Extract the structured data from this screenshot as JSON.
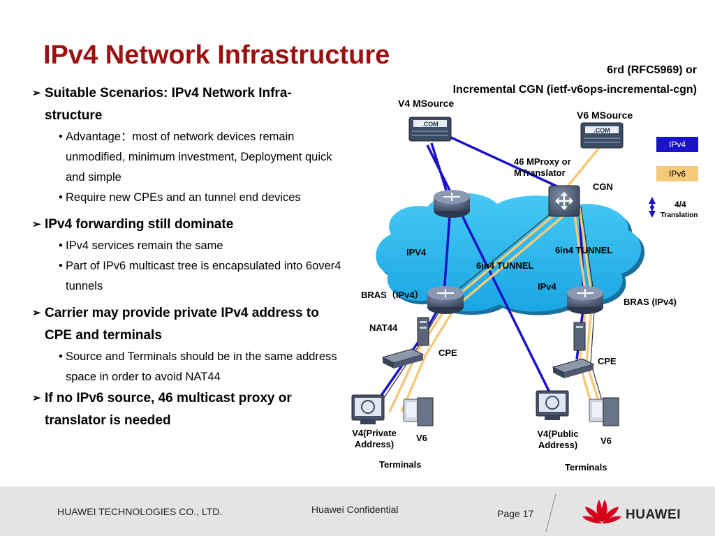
{
  "title": "IPv4 Network Infrastructure",
  "bullets": [
    {
      "text": "Suitable Scenarios: IPv4 Network Infra-structure",
      "subs": [
        "Advantage：most of network devices remain unmodified, minimum investment, Deployment quick and simple",
        "Require new CPEs and an tunnel end devices"
      ]
    },
    {
      "text": "IPv4 forwarding still dominate",
      "subs": [
        "IPv4 services remain the same",
        "Part of IPv6 multicast tree is encapsulated into 6over4 tunnels"
      ]
    },
    {
      "text": "Carrier may provide private IPv4 address to CPE and terminals",
      "subs": [
        "Source and Terminals should be in the same address space in order to avoid NAT44"
      ]
    },
    {
      "text": "If no IPv6 source, 46 multicast proxy or translator is needed",
      "subs": []
    }
  ],
  "note": {
    "line1": "6rd (RFC5969) or",
    "line2": "Incremental CGN (ietf-v6ops-incremental-cgn)"
  },
  "diagram": {
    "v4_msource": "V4 MSource",
    "v6_msource": "V6 MSource",
    "proxy_line1": "46 MProxy or",
    "proxy_line2": "MTranslator",
    "cgn": "CGN",
    "ipv4_left": "IPV4",
    "tunnel_right": "6in4 TUNNEL",
    "tunnel_left": "6in4 TUNNEL",
    "ipv4_center": "IPv4",
    "bras_left": "BRAS（IPv4）",
    "bras_right": "BRAS (IPv4)",
    "nat44": "NAT44",
    "cpe_left": "CPE",
    "cpe_right": "CPE",
    "v4_private_line1": "V4(Private",
    "v4_private_line2": "Address)",
    "v6_left": "V6",
    "v4_public_line1": "V4(Public",
    "v4_public_line2": "Address)",
    "v6_right": "V6",
    "terminals_left": "Terminals",
    "terminals_right": "Terminals",
    "com_label": ".COM"
  },
  "legend": {
    "ipv4": "IPv4",
    "ipv6": "IPv6",
    "translation_ratio": "4/4",
    "translation": "Translation",
    "ipv4_color": "#1a12c8",
    "ipv6_color": "#f5c97a"
  },
  "footer": {
    "company": "HUAWEI TECHNOLOGIES CO., LTD.",
    "confidential": "Huawei Confidential",
    "page": "Page 17",
    "logo": "HUAWEI"
  },
  "colors": {
    "title": "#9b1111",
    "cloud": "#26b8ef",
    "ipv4_link": "#1a12c8",
    "ipv6_link": "#f5c97a"
  }
}
